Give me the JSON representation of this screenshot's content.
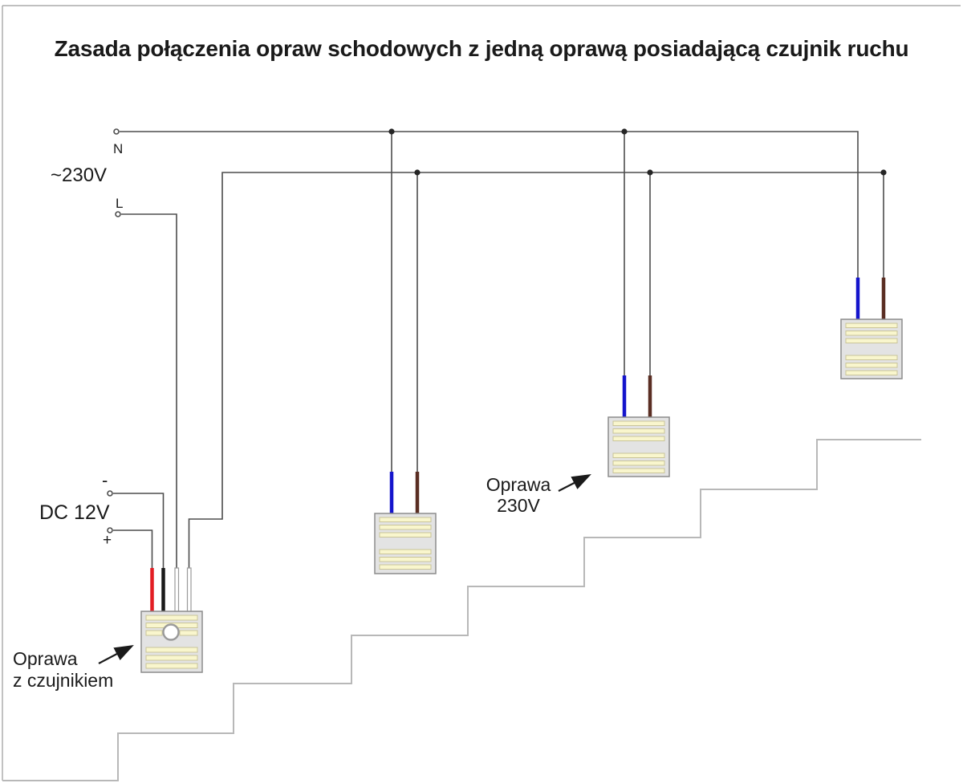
{
  "title": "Zasada połączenia opraw schodowych z jedną oprawą posiadającą czujnik ruchu",
  "power": {
    "ac_label": "~230V",
    "neutral_label": "N",
    "line_label": "L",
    "dc_label": "DC 12V",
    "minus_label": "-",
    "plus_label": "+"
  },
  "annotations": {
    "sensor_luminaire_line1": "Oprawa",
    "sensor_luminaire_line2": "z czujnikiem",
    "luminaire_230v_line1": "Oprawa",
    "luminaire_230v_line2": "230V"
  },
  "colors": {
    "wire": "#4d4d4d",
    "stair": "#b8b8b8",
    "blue_wire": "#1414cc",
    "brown_wire": "#5a2e23",
    "red_wire": "#e31e24",
    "black_wire": "#1a1a1a",
    "white_wire": "#ffffff",
    "white_wire_border": "#9a9a9a",
    "luminaire_body": "#e3e3e3",
    "luminaire_border": "#8c8c8c",
    "strip_fill": "#f9f6cd",
    "strip_border": "#c9c499"
  }
}
